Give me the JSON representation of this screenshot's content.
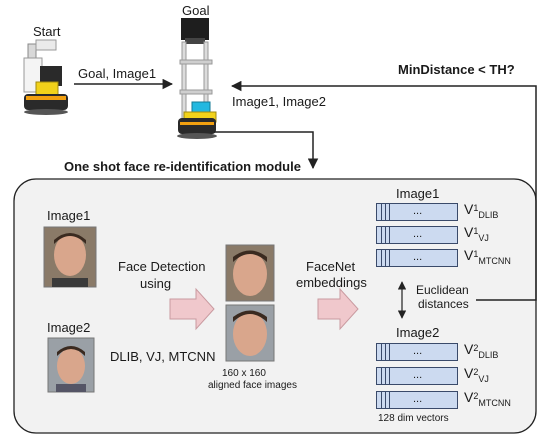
{
  "top": {
    "start_label": "Start",
    "goal_label": "Goal",
    "arrow_goal_image1": "Goal, Image1",
    "arrow_image1_image2": "Image1, Image2",
    "feedback_label": "MinDistance < TH?"
  },
  "module": {
    "title": "One shot face re-identification module",
    "input_image1_label": "Image1",
    "input_image2_label": "Image2",
    "step1_line1": "Face Detection",
    "step1_line2": "using",
    "step1_methods": "DLIB, VJ, MTCNN",
    "aligned_caption_line1": "160 x 160",
    "aligned_caption_line2": "aligned face images",
    "step2_line1": "FaceNet",
    "step2_line2": "embeddings",
    "distance_line1": "Euclidean",
    "distance_line2": "distances",
    "vectors_caption": "128 dim vectors",
    "vectors_group1_title": "Image1",
    "vectors_group2_title": "Image2",
    "vector_dots": "...",
    "vectors_group1": [
      {
        "base": "V",
        "sup": "1",
        "sub": "DLIB"
      },
      {
        "base": "V",
        "sup": "1",
        "sub": "VJ"
      },
      {
        "base": "V",
        "sup": "1",
        "sub": "MTCNN"
      }
    ],
    "vectors_group2": [
      {
        "base": "V",
        "sup": "2",
        "sub": "DLIB"
      },
      {
        "base": "V",
        "sup": "2",
        "sub": "VJ"
      },
      {
        "base": "V",
        "sup": "2",
        "sub": "MTCNN"
      }
    ]
  },
  "colors": {
    "module_bg": "#f2f2f2",
    "arrow_fill": "#f0c8cc",
    "vector_fill": "#ccdaf0",
    "robot_yellow": "#f2d21a",
    "robot_cyan": "#22b8e0"
  }
}
